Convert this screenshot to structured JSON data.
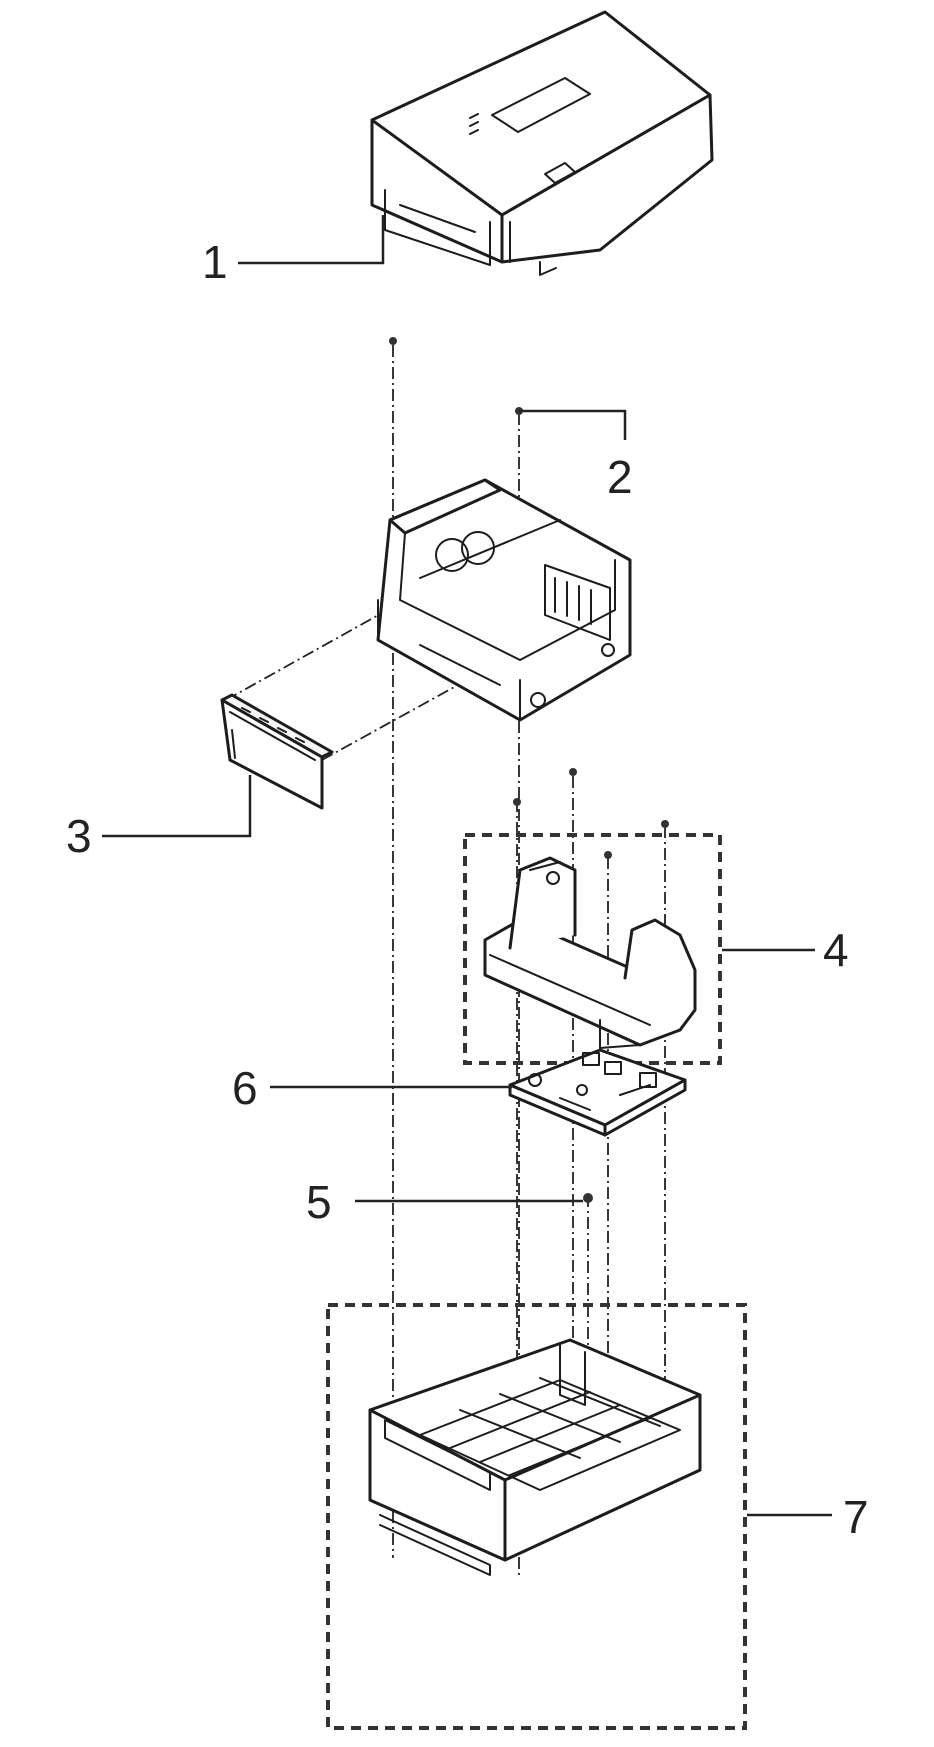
{
  "callouts": {
    "c1": "1",
    "c2": "2",
    "c3": "3",
    "c4": "4",
    "c5": "5",
    "c6": "6",
    "c7": "7"
  },
  "colors": {
    "line": "#1d1d1d",
    "shade": "#f4f4f4",
    "background": "#ffffff"
  }
}
